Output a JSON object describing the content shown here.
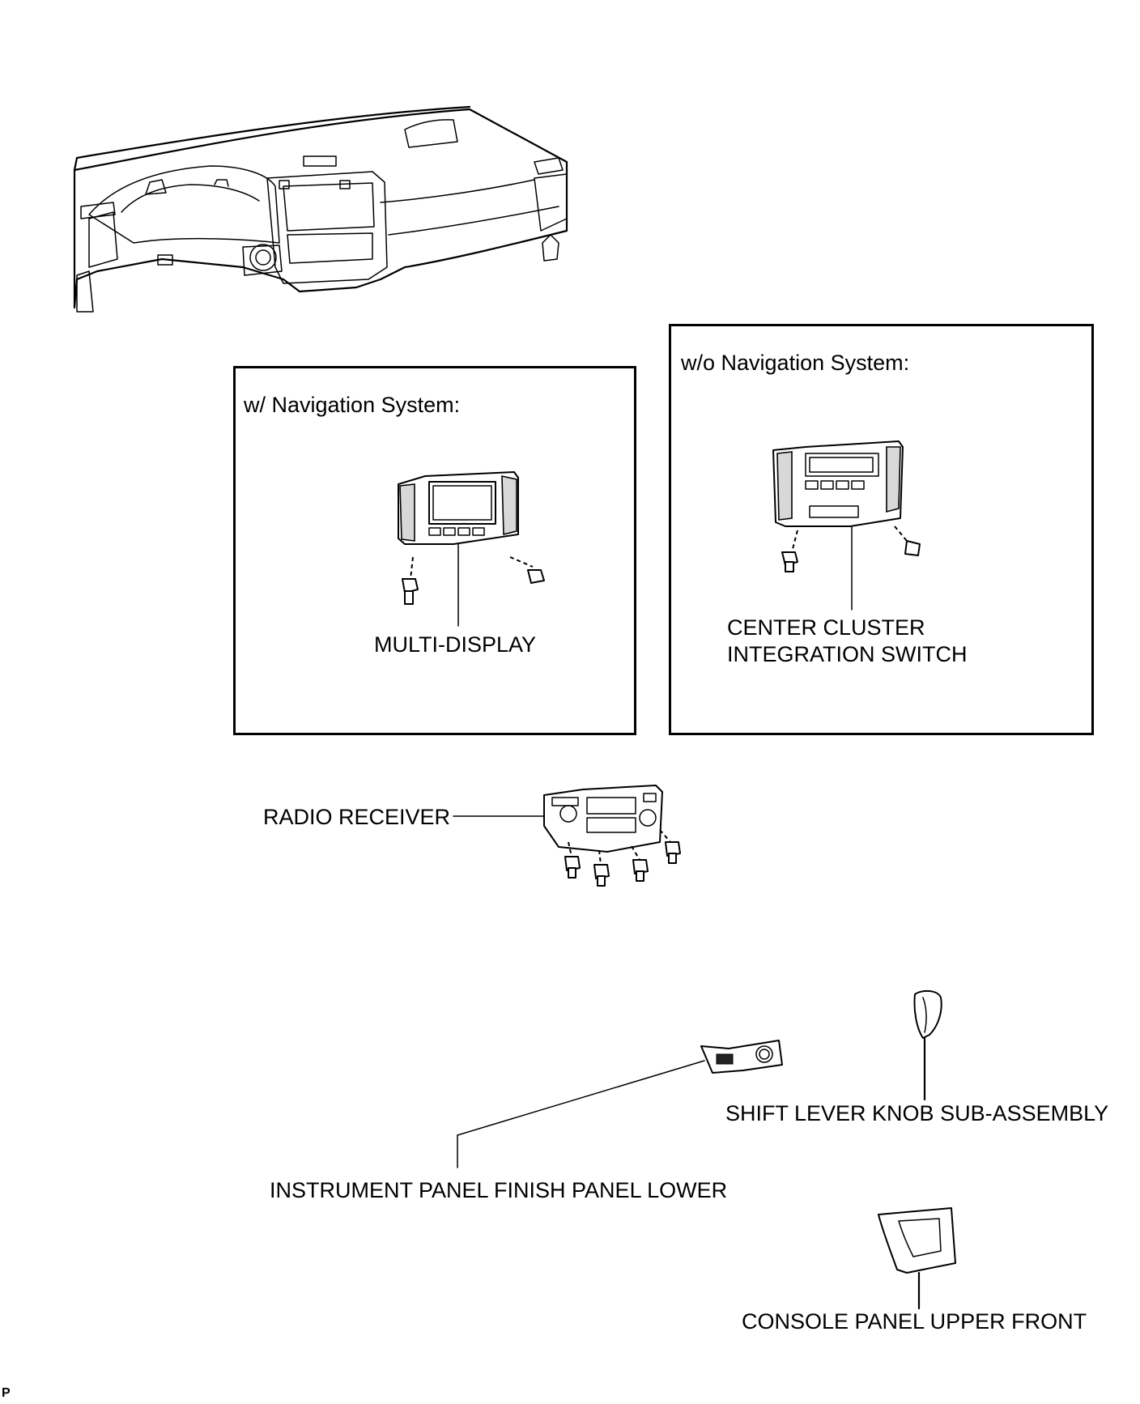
{
  "frames": {
    "with_nav": {
      "title": "w/ Navigation System:"
    },
    "without_nav": {
      "title": "w/o Navigation System:"
    }
  },
  "labels": {
    "multi_display": "MULTI-DISPLAY",
    "center_cluster_line1": "CENTER CLUSTER",
    "center_cluster_line2": "INTEGRATION SWITCH",
    "radio_receiver": "RADIO RECEIVER",
    "shift_lever_knob": "SHIFT LEVER KNOB SUB-ASSEMBLY",
    "instrument_panel_finish": "INSTRUMENT PANEL FINISH PANEL LOWER",
    "console_panel": "CONSOLE PANEL UPPER FRONT"
  },
  "corner_mark": "P"
}
